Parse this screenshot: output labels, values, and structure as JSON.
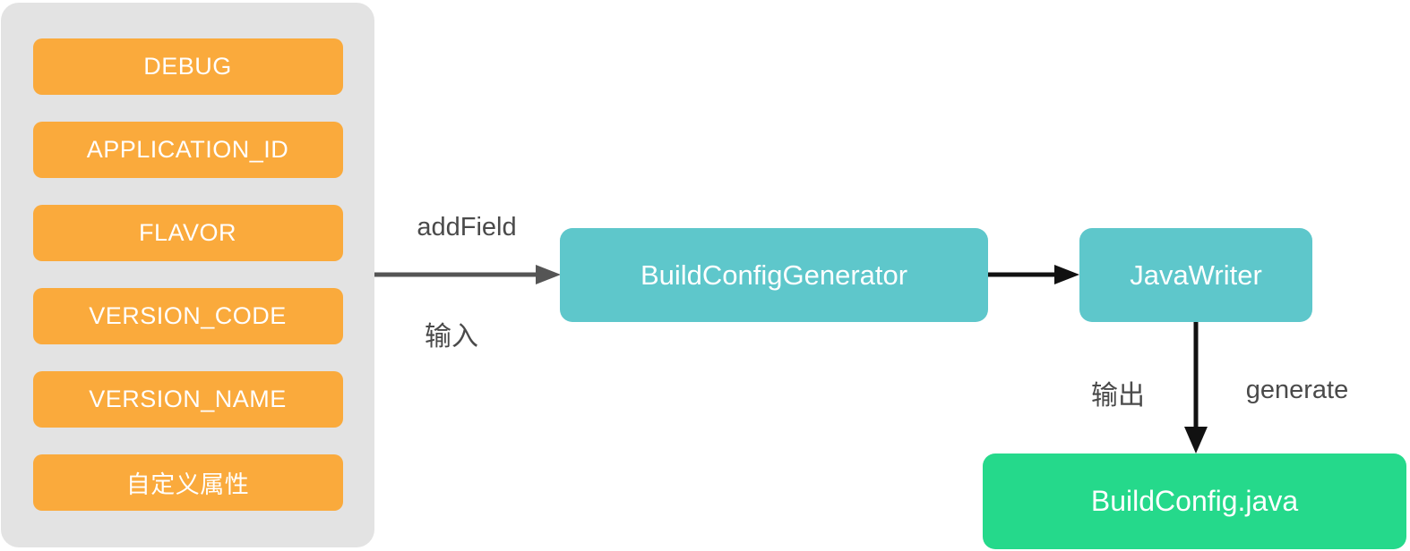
{
  "diagram": {
    "panel": {
      "items": [
        "DEBUG",
        "APPLICATION_ID",
        "FLAVOR",
        "VERSION_CODE",
        "VERSION_NAME",
        "自定义属性"
      ]
    },
    "nodes": {
      "generator": "BuildConfigGenerator",
      "java_writer": "JavaWriter",
      "output_file": "BuildConfig.java"
    },
    "edges": {
      "add_field": "addField",
      "input": "输入",
      "output": "输出",
      "generate": "generate"
    },
    "colors": {
      "panel_bg": "#E3E3E3",
      "property_chip_bg": "#FAAA3C",
      "process_node_bg": "#5EC7CB",
      "output_node_bg": "#25D98B",
      "input_arrow": "#555555",
      "flow_arrow": "#111111",
      "edge_label_text": "#4A4A4A",
      "node_text": "#FFFFFF"
    }
  }
}
